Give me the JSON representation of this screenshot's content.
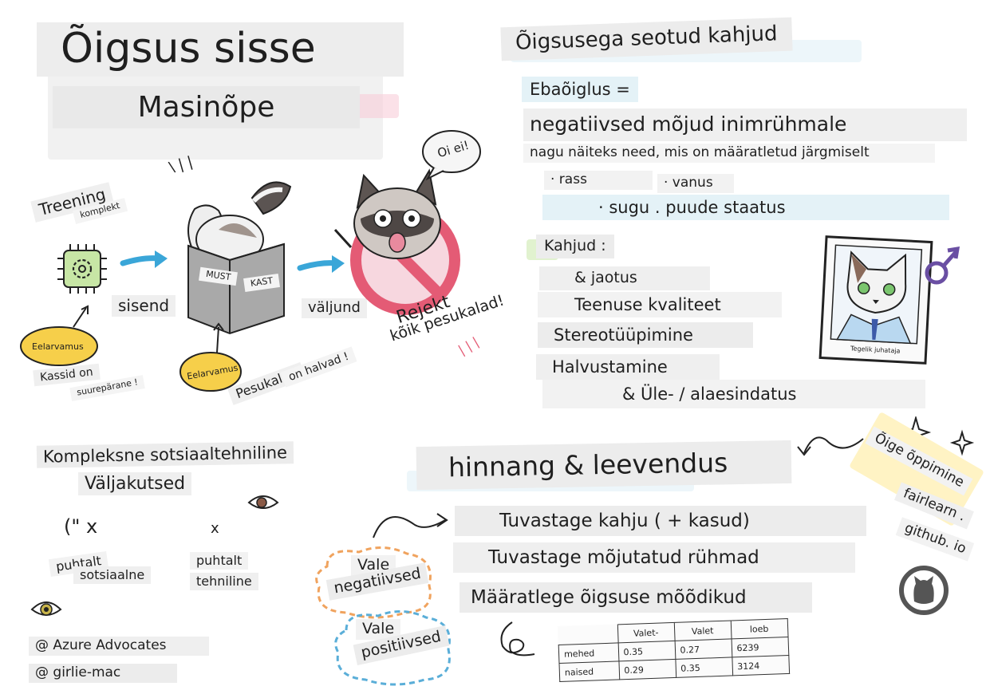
{
  "title": {
    "main": "Õigsus sisse",
    "sub": "Masinõpe"
  },
  "training": {
    "label": "Treening",
    "sublabel": "komplekt"
  },
  "pipeline": {
    "input_label": "sisend",
    "output_label": "väljund",
    "box_left": "MUST",
    "box_right": "KAST",
    "bubble": "Oi ei!",
    "reject_word": "Rejekt",
    "reject_sub": "kõik pesukalad!",
    "dashes_top": "\\ | |",
    "dashes_side": "| | |"
  },
  "bias1": {
    "bubble": "Eelarvamus",
    "line1": "Kassid on",
    "line2": "suurepärane !"
  },
  "bias2": {
    "bubble": "Eelarvamus",
    "line1": "Pesukalad",
    "line2": "on halvad !"
  },
  "harms_section": {
    "title": "Õigsusega seotud kahjud",
    "unfairness_label": "Ebaõiglus =",
    "definition": "negatiivsed mõjud inimrühmale",
    "examples_intro": "nagu näiteks need, mis on määratletud järgmiselt",
    "item_race": "· rass",
    "item_age": "· vanus",
    "item_gender_disability": "· sugu . puude staatus",
    "harms_label": "Kahjud :",
    "harms": [
      "& jaotus",
      "Teenuse kvaliteet",
      "Stereotüüpimine",
      "Halvustamine",
      "& Üle- / alaesindatus"
    ],
    "portrait_caption": "Tegelik juhataja"
  },
  "socio": {
    "title_line1": "Kompleksne sotsiaaltehniline",
    "title_line2": "Väljakutsed",
    "left_mark": "(\" x",
    "left_line1": "puhtalt",
    "left_line2": "sotsiaalne",
    "right_mark": "x",
    "right_line1": "puhtalt",
    "right_line2": "tehniline"
  },
  "credits": [
    "@ Azure Advocates",
    "@ girlie-mac"
  ],
  "assess": {
    "title": "hinnang & leevendus",
    "steps": [
      "Tuvastage kahju ( + kasud)",
      "Tuvastage mõjutatud rühmad",
      "Määratlege õigsuse mõõdikud"
    ],
    "false_negative_line1": "Vale",
    "false_negative_line2": "negatiivsed",
    "false_positive_line1": "Vale",
    "false_positive_line2": "positiivsed"
  },
  "table": {
    "headers": [
      "",
      "Valet-",
      "Valet",
      "loeb"
    ],
    "rows": [
      [
        "mehed",
        "0.35",
        "0.27",
        "6239"
      ],
      [
        "naised",
        "0.29",
        "0.35",
        "3124"
      ]
    ]
  },
  "fairlearn": {
    "line1": "Õige õppimine",
    "line2": "fairlearn .",
    "line3": "github. io"
  },
  "colors": {
    "accent_blue": "#3aa6d8",
    "pink_wash": "#f7c9d6",
    "yellow_bubble": "#f6cf4a",
    "red_sign": "#e45b75",
    "orange_dash": "#f0a35e",
    "blue_dash": "#5aaed8"
  },
  "icons": [
    "gear-chip-icon",
    "lightbulb-arrow-icon",
    "cardboard-box-icon",
    "raccoon-icon",
    "cat-portrait-icon",
    "male-symbol-icon",
    "sparkle-icon",
    "eye-icon",
    "github-icon",
    "curved-arrow-icon"
  ]
}
